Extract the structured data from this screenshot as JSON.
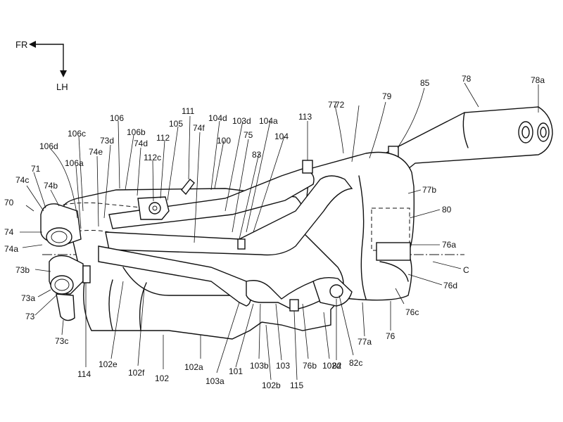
{
  "orientation": {
    "forward": "FR",
    "left": "LH"
  },
  "labels": {
    "l70": "70",
    "l71": "71",
    "l72": "72",
    "l73": "73",
    "l73a": "73a",
    "l73b": "73b",
    "l73c": "73c",
    "l73d": "73d",
    "l74": "74",
    "l74a": "74a",
    "l74b": "74b",
    "l74c": "74c",
    "l74d": "74d",
    "l74e": "74e",
    "l74f": "74f",
    "l75": "75",
    "l76": "76",
    "l76a": "76a",
    "l76b": "76b",
    "l76c": "76c",
    "l76d": "76d",
    "l77": "77",
    "l77a": "77a",
    "l77b": "77b",
    "l78": "78",
    "l78a": "78a",
    "l79": "79",
    "l80": "80",
    "l82": "82",
    "l82c": "82c",
    "l83": "83",
    "l85": "85",
    "l100": "100",
    "l101": "101",
    "l102": "102",
    "l102a": "102a",
    "l102b": "102b",
    "l102d": "102d",
    "l102e": "102e",
    "l102f": "102f",
    "l103": "103",
    "l103a": "103a",
    "l103b": "103b",
    "l103d": "103d",
    "l104": "104",
    "l104a": "104a",
    "l104d": "104d",
    "l105": "105",
    "l106": "106",
    "l106a": "106a",
    "l106b": "106b",
    "l106c": "106c",
    "l106d": "106d",
    "l111": "111",
    "l112": "112",
    "l112c": "112c",
    "l113": "113",
    "l114": "114",
    "l115": "115",
    "lC": "C"
  }
}
